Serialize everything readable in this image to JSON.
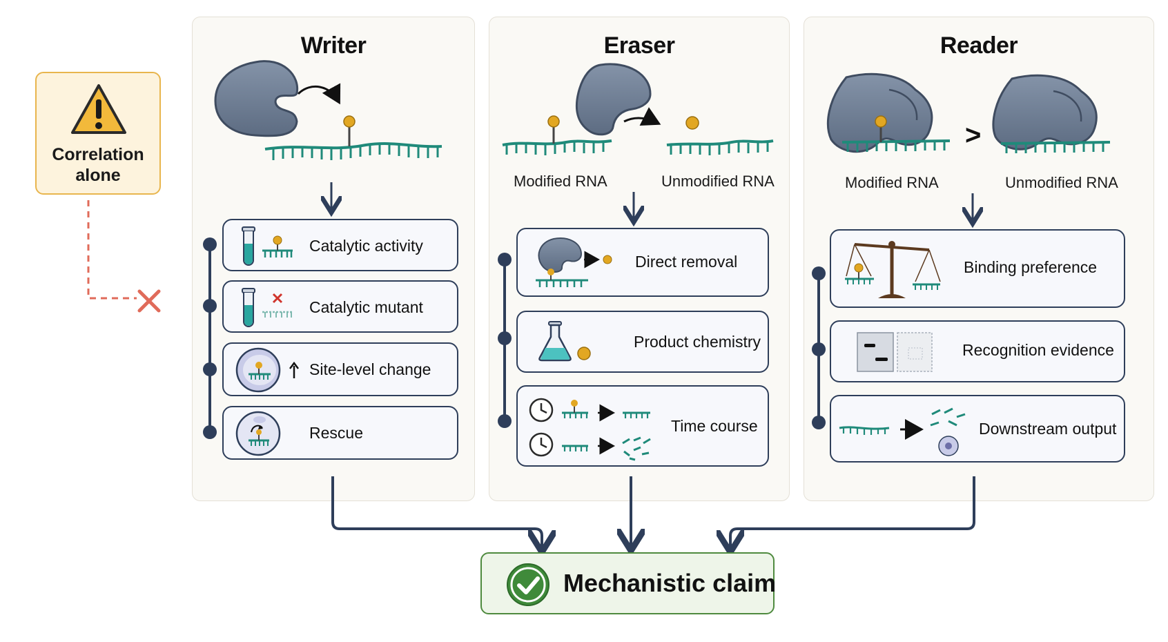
{
  "warning": {
    "line1": "Correlation",
    "line2": "alone"
  },
  "writer": {
    "title": "Writer",
    "items": [
      "Catalytic activity",
      "Catalytic mutant",
      "Site-level change",
      "Rescue"
    ]
  },
  "eraser": {
    "title": "Eraser",
    "modified_label": "Modified RNA",
    "unmodified_label": "Unmodified RNA",
    "items": [
      "Direct removal",
      "Product chemistry",
      "Time course"
    ]
  },
  "reader": {
    "title": "Reader",
    "modified_label": "Modified RNA",
    "comparison_symbol": ">",
    "unmodified_label": "Unmodified RNA",
    "items": [
      "Binding preference",
      "Recognition evidence",
      "Downstream output"
    ]
  },
  "claim": {
    "label": "Mechanistic claim"
  },
  "icons": {
    "warning": "warning-triangle-icon",
    "reject": "red-x-icon",
    "check": "green-check-icon",
    "protein": "enzyme-blob-icon",
    "test_tube": "test-tube-icon",
    "flask": "flask-icon",
    "clock": "clock-icon",
    "balance": "balance-scale-icon",
    "gel": "gel-blot-icon",
    "cell": "cell-icon"
  },
  "colors": {
    "navy": "#2e3e5a",
    "rna_teal": "#1f8a7a",
    "modification_gold": "#e2a722",
    "protein_gray": "#6f7f95",
    "warning_amber": "#e8b54d",
    "reject_red": "#e06b5a",
    "claim_green": "#4e8a3e"
  }
}
